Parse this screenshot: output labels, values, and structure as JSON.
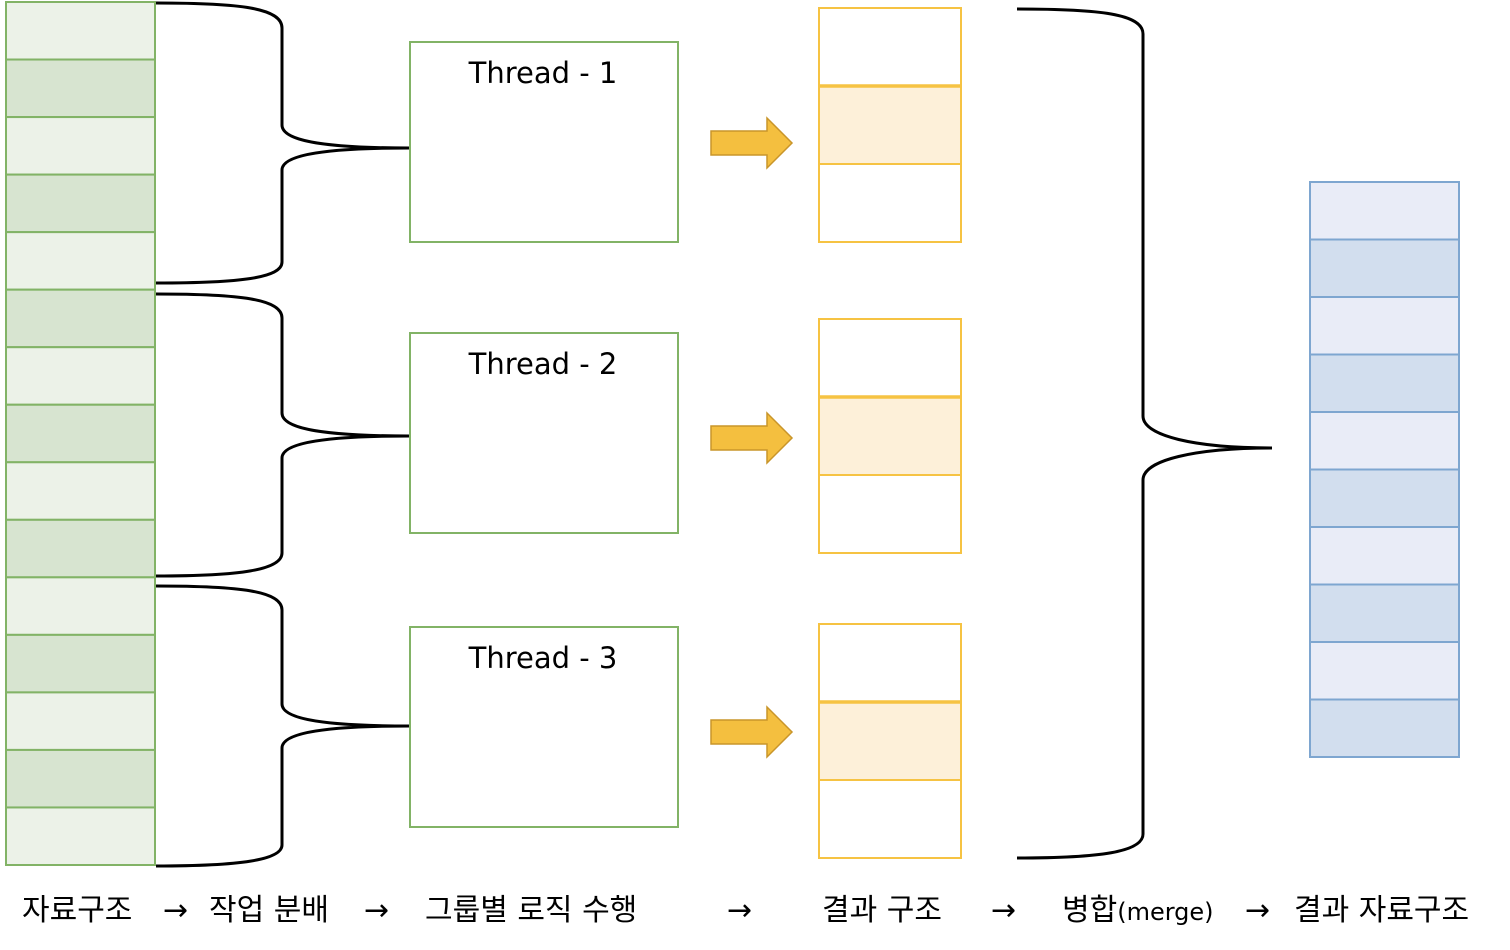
{
  "input_structure": {
    "cells": 15,
    "fill_light": "#ecf2e8",
    "fill_dark": "#d7e4d0",
    "stroke": "#82b366"
  },
  "threads": [
    {
      "label": "Thread - 1"
    },
    {
      "label": "Thread - 2"
    },
    {
      "label": "Thread - 3"
    }
  ],
  "thread_box": {
    "stroke": "#82b366",
    "fill": "#ffffff"
  },
  "result_structure": {
    "cells_per_group": 3,
    "fill_middle": "#fdf0d9",
    "stroke": "#f6c343",
    "arrow_fill": "#f4bf3f",
    "arrow_stroke": "#c9952a"
  },
  "merged_structure": {
    "cells": 10,
    "fill_light": "#e9ecf7",
    "fill_dark": "#d2deee",
    "stroke": "#7ea6d0"
  },
  "caption": {
    "step1": "자료구조",
    "step2": "작업 분배",
    "step3": "그룹별 로직 수행",
    "step4": "결과 구조",
    "step5_main": "병합",
    "step5_small": "(merge)",
    "step6": "결과 자료구조",
    "arrow": "→"
  }
}
